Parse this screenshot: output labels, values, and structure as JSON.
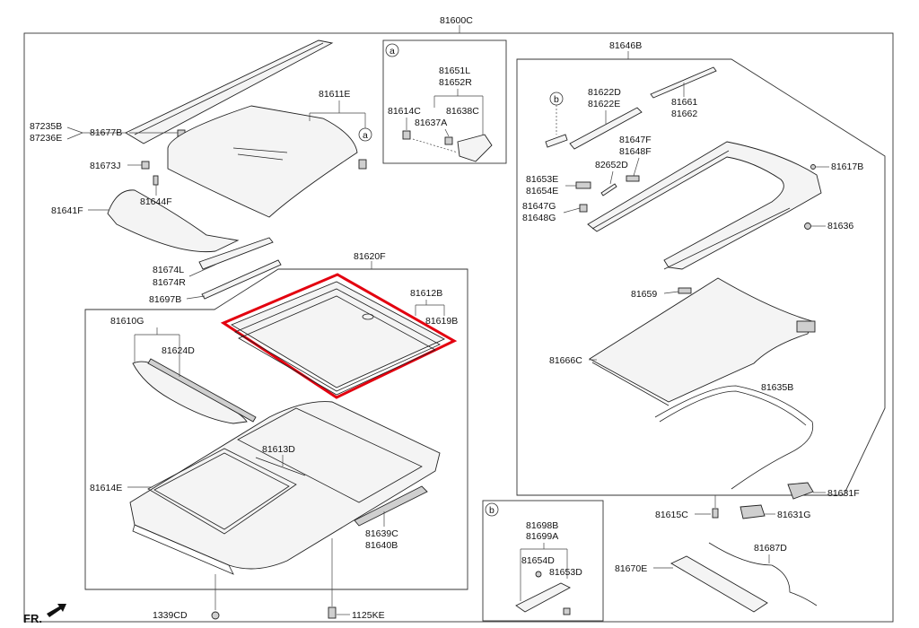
{
  "labels": {
    "l81600C": "81600C",
    "l87235B": "87235B",
    "l87236E": "87236E",
    "l81677B": "81677B",
    "l81673J": "81673J",
    "l81644F": "81644F",
    "l81641F": "81641F",
    "l81611E": "81611E",
    "l81674L": "81674L",
    "l81674R": "81674R",
    "l81697B": "81697B",
    "l81620F": "81620F",
    "l81612B": "81612B",
    "l81619B": "81619B",
    "l81610G": "81610G",
    "l81624D": "81624D",
    "l81613D": "81613D",
    "l81614E": "81614E",
    "l81639C": "81639C",
    "l81640B": "81640B",
    "l1339CD": "1339CD",
    "l1125KE": "1125KE",
    "l81651L": "81651L",
    "l81652R": "81652R",
    "l81614C": "81614C",
    "l81637A": "81637A",
    "l81638C": "81638C",
    "l81646B": "81646B",
    "l81622D": "81622D",
    "l81622E": "81622E",
    "l81661": "81661",
    "l81662": "81662",
    "l81647F": "81647F",
    "l81648F": "81648F",
    "l82652D": "82652D",
    "l81653E": "81653E",
    "l81654E": "81654E",
    "l81647G": "81647G",
    "l81648G": "81648G",
    "l81617B": "81617B",
    "l81636": "81636",
    "l81659": "81659",
    "l81666C": "81666C",
    "l81635B": "81635B",
    "l81631F": "81631F",
    "l81615C": "81615C",
    "l81631G": "81631G",
    "l81687D": "81687D",
    "l81670E": "81670E",
    "l81698B": "81698B",
    "l81699A": "81699A",
    "l81654D": "81654D",
    "l81653D": "81653D"
  },
  "callouts": {
    "a": "a",
    "b": "b"
  },
  "direction": "FR.",
  "colors": {
    "highlight": "#e3000f",
    "line": "#222222"
  }
}
